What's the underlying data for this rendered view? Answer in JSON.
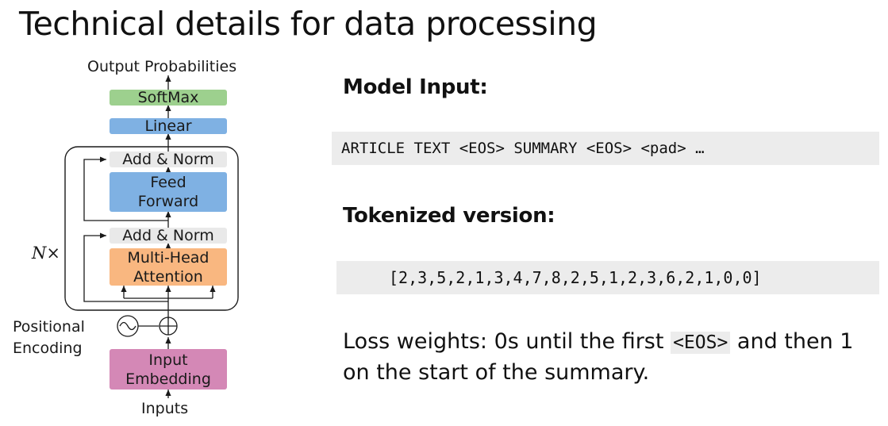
{
  "title": "Technical details for data processing",
  "diagram": {
    "output_label": "Output Probabilities",
    "softmax": "SoftMax",
    "linear": "Linear",
    "add_norm_top": "Add & Norm",
    "feed_forward_line1": "Feed",
    "feed_forward_line2": "Forward",
    "add_norm_bottom": "Add & Norm",
    "attention_line1": "Multi-Head",
    "attention_line2": "Attention",
    "n_repeat": "N",
    "n_times": "×",
    "positional_line1": "Positional",
    "positional_line2": "Encoding",
    "embedding_line1": "Input",
    "embedding_line2": "Embedding",
    "inputs_label": "Inputs",
    "colors": {
      "softmax": "#9dd08e",
      "linear": "#7fb1e3",
      "add_norm": "#e9e9e9",
      "feed_forward": "#7fb1e3",
      "attention": "#f9b780",
      "embedding": "#d488b6"
    }
  },
  "model_input": {
    "heading": "Model Input:",
    "text": "ARTICLE TEXT <EOS> SUMMARY <EOS> <pad> …"
  },
  "tokenized": {
    "heading": "Tokenized version:",
    "text": "[2,3,5,2,1,3,4,7,8,2,5,1,2,3,6,2,1,0,0]"
  },
  "loss": {
    "before": "Loss weights: 0s until the first",
    "token": "<EOS>",
    "after": "and then 1 on the start of the summary."
  }
}
